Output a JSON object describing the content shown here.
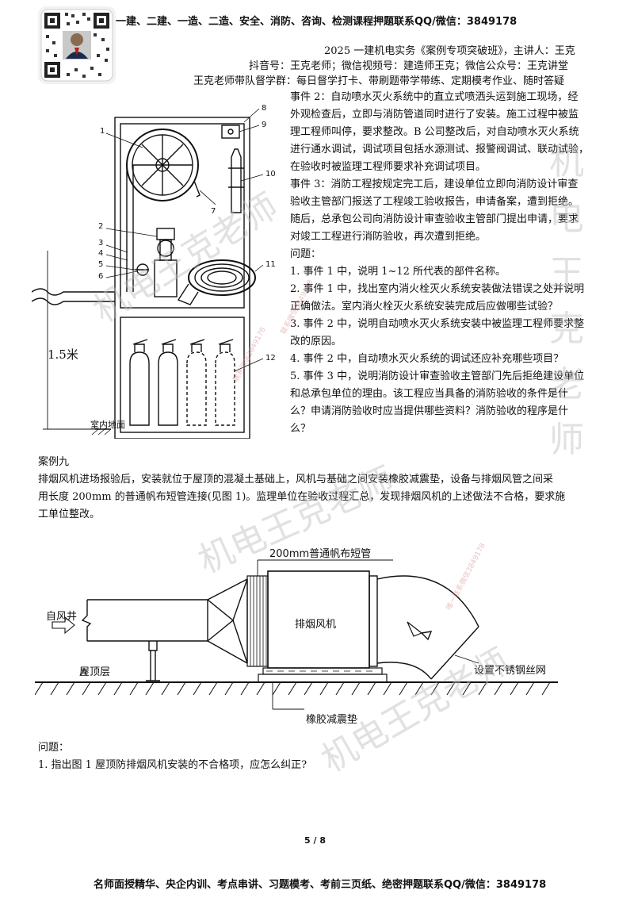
{
  "header": {
    "top_banner": "一建、二建、一造、二造、安全、消防、咨询、检测课程押题联系QQ/微信：3849178",
    "course_line": "2025 一建机电实务《案例专项突破班》，主讲人：王克",
    "social_line": "抖音号：王克老师；微信视频号：建造师王克；微信公众号：王克讲堂",
    "group_line": "王克老师带队督学群：每日督学打卡、带刷题带学带练、定期模考作业、随时答疑"
  },
  "right_col_lines": [
    "事件 2：自动喷水灭火系统中的直立式喷洒头运到施工现场，经",
    "外观检查后，立即与消防管道同时进行了安装。施工过程中被监",
    "理工程师叫停，要求整改。B 公司整改后，对自动喷水灭火系统",
    "进行通水调试，调试项目包括水源测试、报警阀调试、联动试验，",
    "在验收时被监理工程师要求补充调试项目。",
    "事件 3：消防工程按规定完工后，建设单位立即向消防设计审查",
    "验收主管部门报送了工程竣工验收报告，申请备案，遭到拒绝。",
    "随后，总承包公司向消防设计审查验收主管部门提出申请，要求",
    "对竣工工程进行消防验收，再次遭到拒绝。",
    "问题：",
    "1. 事件 1 中，说明 1~12 所代表的部件名称。",
    "2. 事件 1 中，找出室内消火栓灭火系统安装做法错误之处并说明",
    "正确做法。室内消火栓灭火系统安装完成后应做哪些试验？",
    "3. 事件 2 中，说明自动喷水灭火系统安装中被监理工程师要求整",
    "改的原因。",
    "4. 事件 2 中，自动喷水灭火系统的调试还应补充哪些项目？",
    "5. 事件 3 中，说明消防设计审查验收主管部门先后拒绝建设单位",
    "和总承包单位的理由。该工程应当具备的消防验收的条件是什",
    "么？申请消防验收时应当提供哪些资料？消防验收的程序是什",
    "么？"
  ],
  "cabinet_figure": {
    "part_numbers": [
      "1",
      "2",
      "3",
      "4",
      "5",
      "6",
      "7",
      "8",
      "9",
      "10",
      "11",
      "12"
    ],
    "height_label": "1.5米",
    "floor_label": "室内地面"
  },
  "case9": {
    "title": "案例九",
    "para": [
      "排烟风机进场报验后，安装就位于屋顶的混凝土基础上，风机与基础之间安装橡胶减震垫，设备与排烟风管之间采",
      "用长度 200mm 的普通帆布短管连接(见图 1)。监理单位在验收过程汇总，发现排烟风机的上述做法不合格，要求施",
      "工单位整改。"
    ]
  },
  "fan_figure": {
    "canvas_label": "200mm普通帆布短管",
    "shaft_label": "自风井",
    "fan_label": "排烟风机",
    "roof_label": "屋顶层",
    "mesh_label": "设置不锈钢丝网",
    "pad_label": "橡胶减震垫"
  },
  "questions": {
    "heading": "问题：",
    "q1": "1. 指出图 1 屋顶防排烟风机安装的不合格项，应怎么纠正?"
  },
  "page_number": "5 / 8",
  "footer": "名师面授精华、央企内训、考点串讲、习题模考、考前三页纸、绝密押题联系QQ/微信：3849178",
  "watermarks": {
    "main": "机电王克老师",
    "small": "联系微信3849178",
    "small2": "唯一联系微信3849178"
  }
}
